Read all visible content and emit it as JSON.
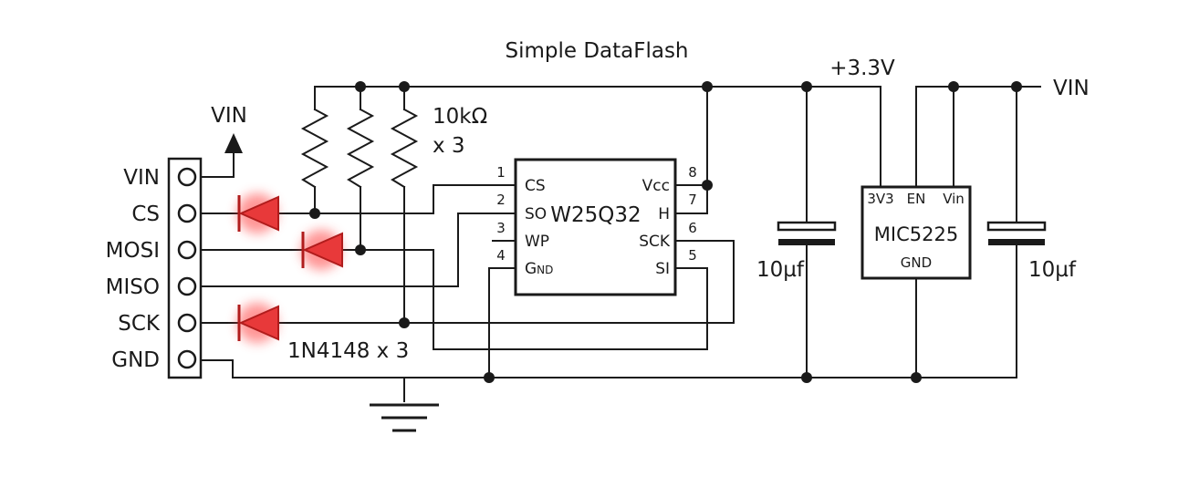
{
  "title": "Simple DataFlash",
  "connector": {
    "pins": [
      "VIN",
      "CS",
      "MOSI",
      "MISO",
      "SCK",
      "GND"
    ],
    "vin_arrow_label": "VIN"
  },
  "resistors": {
    "value": "10kΩ",
    "count": "x 3"
  },
  "diodes": {
    "label": "1N4148 x 3",
    "color": "#e8393a"
  },
  "flash_chip": {
    "name": "W25Q32",
    "left_pins": [
      {
        "num": "1",
        "name": "CS"
      },
      {
        "num": "2",
        "name": "SO"
      },
      {
        "num": "3",
        "name": "WP"
      },
      {
        "num": "4",
        "name": "Gnd"
      }
    ],
    "right_pins": [
      {
        "num": "8",
        "name": "Vcc"
      },
      {
        "num": "7",
        "name": "H"
      },
      {
        "num": "6",
        "name": "SCK"
      },
      {
        "num": "5",
        "name": "SI"
      }
    ]
  },
  "regulator": {
    "name": "MIC5225",
    "pins": [
      "3V3",
      "EN",
      "Vin"
    ],
    "gnd": "GND",
    "output_label": "+3.3V",
    "input_label": "VIN"
  },
  "capacitors": {
    "left": "10µf",
    "right": "10µf"
  }
}
